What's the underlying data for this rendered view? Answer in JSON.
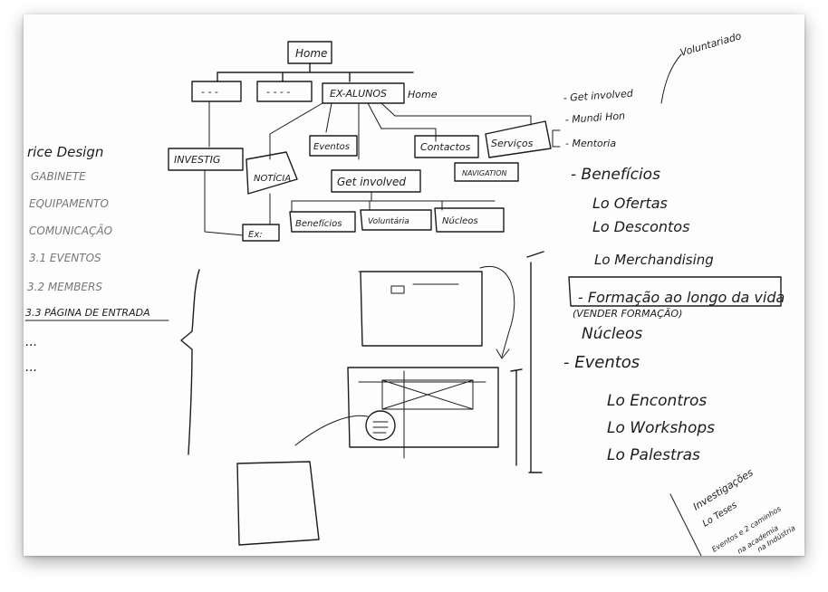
{
  "sitemap": {
    "home": "Home",
    "level2": [
      "- - -",
      "- - - -",
      "EX-ALUNOS",
      "Home"
    ],
    "nodes": [
      "INVESTIG",
      "NOTÍCIA",
      "Eventos",
      "Get involved",
      "Contactos",
      "Serviços",
      "NAVIGATION",
      "Ex:"
    ],
    "subnodes": [
      "Benefícios",
      "Voluntária",
      "Núcleos"
    ]
  },
  "left_list": {
    "title": "rice Design",
    "items": [
      "GABINETE",
      "EQUIPAMENTO",
      "COMUNICAÇÃO",
      "3.1 EVENTOS",
      "3.2 MEMBERS",
      "3.3 PÁGINA DE ENTRADA",
      "...",
      "..."
    ]
  },
  "right_list": {
    "voluntariado": "Voluntariado",
    "items": [
      "- Get involved",
      "- Mundi Hon",
      "- Mentoria",
      "- Benefícios",
      "Lo Ofertas",
      "Lo Descontos",
      "Lo Merchandising",
      "- Formação ao longo da vida",
      "(VENDER FORMAÇÃO)",
      "Núcleos",
      "- Eventos",
      "Lo Encontros",
      "Lo Workshops",
      "Lo Palestras"
    ]
  },
  "corner_note": [
    "Investigações",
    "Lo Teses",
    "Eventos e 2 caminhos",
    "na academia",
    "na Indústria"
  ],
  "colors": {
    "ink": "#1c1c1c",
    "board": "#fdfdfd",
    "shadow": "#888888"
  }
}
